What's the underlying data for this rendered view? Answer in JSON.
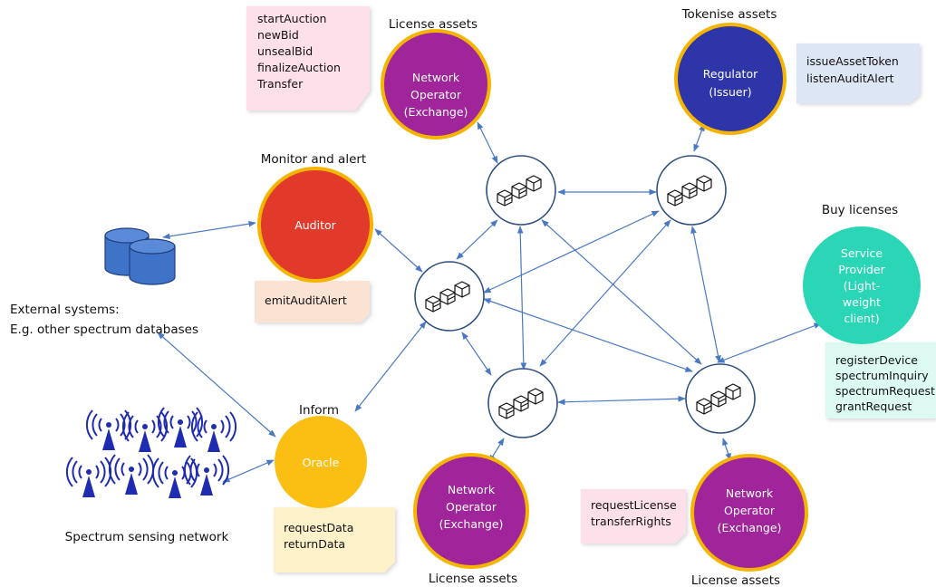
{
  "colors": {
    "edge": "#4a79c4",
    "node_ring": "#f5b400",
    "network_operator": "#a0259a",
    "regulator": "#2e35a8",
    "auditor": "#e23a2a",
    "service_provider": "#2ad6b6",
    "oracle": "#fbbf14",
    "database": "#3f73c8",
    "antenna": "#1f2bb0",
    "note_pink": "#fde0ea",
    "note_blue": "#dde6f5",
    "note_peach": "#fbe3d4",
    "note_mint": "#dcfaf1",
    "note_yellow": "#fdf1c9"
  },
  "labels": {
    "license_assets_top": "License assets",
    "tokenise_assets": "Tokenise assets",
    "monitor_and_alert": "Monitor and alert",
    "buy_licenses": "Buy licenses",
    "external_systems_1": "External systems:",
    "external_systems_2": "E.g. other spectrum databases",
    "inform": "Inform",
    "spectrum_sensing_network": "Spectrum sensing network",
    "license_assets_bottom_center": "License assets",
    "license_assets_bottom_right": "License assets"
  },
  "nodes": {
    "network_operator_top": [
      "Network",
      "Operator",
      "(Exchange)"
    ],
    "regulator": [
      "Regulator",
      "(Issuer)"
    ],
    "auditor": [
      "Auditor"
    ],
    "service_provider": [
      "Service",
      "Provider",
      "(Light-",
      "weight",
      "client)"
    ],
    "oracle": [
      "Oracle"
    ],
    "network_operator_bottom_center": [
      "Network",
      "Operator",
      "(Exchange)"
    ],
    "network_operator_bottom_right": [
      "Network",
      "Operator",
      "(Exchange)"
    ]
  },
  "notes": {
    "exchange_functions": [
      "startAuction",
      "newBid",
      "unsealBid",
      "finalizeAuction",
      "Transfer"
    ],
    "regulator_functions": [
      "issueAssetToken",
      "listenAuditAlert"
    ],
    "auditor_functions": [
      "emitAuditAlert"
    ],
    "service_provider_functions": [
      "registerDevice",
      "spectrumInquiry",
      "spectrumRequest",
      "grantRequest"
    ],
    "oracle_functions": [
      "requestData",
      "returnData"
    ],
    "operator_functions": [
      "requestLicense",
      "transferRights"
    ]
  },
  "icons": {
    "blockchain_node": "blockchain-cubes-icon",
    "database": "database-cylinder-icon",
    "antenna": "radio-antenna-icon"
  }
}
